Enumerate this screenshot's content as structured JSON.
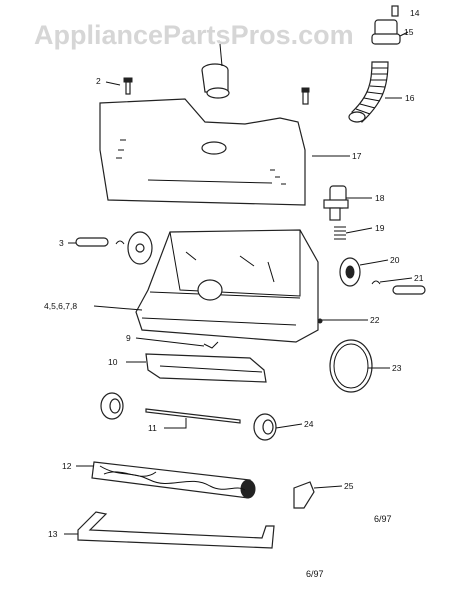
{
  "watermark": "AppliancePartsPros.com",
  "date_labels": [
    "6/97",
    "6/97"
  ],
  "callouts": [
    {
      "id": "2",
      "label": "2"
    },
    {
      "id": "3",
      "label": "3"
    },
    {
      "id": "4",
      "label": "4,5,6,7,8"
    },
    {
      "id": "9",
      "label": "9"
    },
    {
      "id": "10",
      "label": "10"
    },
    {
      "id": "11",
      "label": "11"
    },
    {
      "id": "12",
      "label": "12"
    },
    {
      "id": "13",
      "label": "13"
    },
    {
      "id": "14",
      "label": "14"
    },
    {
      "id": "15",
      "label": "15"
    },
    {
      "id": "16",
      "label": "16"
    },
    {
      "id": "17",
      "label": "17"
    },
    {
      "id": "18",
      "label": "18"
    },
    {
      "id": "19",
      "label": "19"
    },
    {
      "id": "20",
      "label": "20"
    },
    {
      "id": "21",
      "label": "21"
    },
    {
      "id": "22",
      "label": "22"
    },
    {
      "id": "23",
      "label": "23"
    },
    {
      "id": "24",
      "label": "24"
    },
    {
      "id": "25",
      "label": "25"
    }
  ]
}
